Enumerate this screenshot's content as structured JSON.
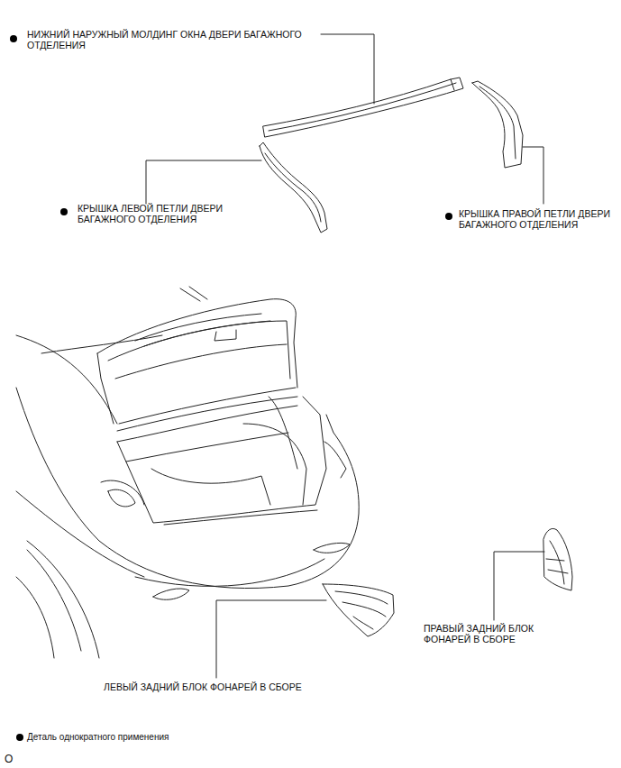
{
  "diagram": {
    "labels": [
      "НИЖНИЙ НАРУЖНЫЙ МОЛДИНГ ОКНА ДВЕРИ БАГАЖНОГО ОТДЕЛЕНИЯ",
      "КРЫШКА ЛЕВОЙ ПЕТЛИ ДВЕРИ БАГАЖНОГО ОТДЕЛЕНИЯ",
      "КРЫШКА ПРАВОЙ ПЕТЛИ ДВЕРИ БАГАЖНОГО ОТДЕЛЕНИЯ",
      "ПРАВЫЙ ЗАДНИЙ БЛОК ФОНАРЕЙ В СБОРЕ",
      "ЛЕВЫЙ ЗАДНИЙ БЛОК ФОНАРЕЙ В СБОРЕ",
      "O"
    ],
    "legend": [
      {
        "text": "Деталь однократного применения"
      }
    ]
  }
}
